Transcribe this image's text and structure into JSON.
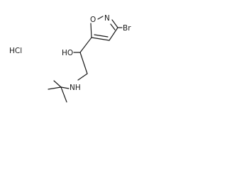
{
  "molecule": {
    "salt_label": "HCl",
    "atoms": {
      "br": "Br",
      "n_ring": "N",
      "o_ring": "O",
      "oh": "HO",
      "nh": "NH"
    }
  }
}
